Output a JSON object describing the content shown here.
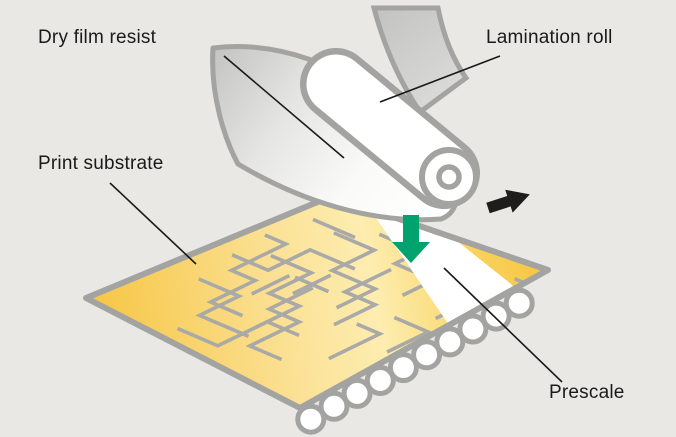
{
  "diagram": {
    "labels": {
      "dry_film_resist": "Dry film resist",
      "lamination_roll": "Lamination roll",
      "print_substrate": "Print substrate",
      "prescale": "Prescale"
    },
    "colors": {
      "background": "#e9e8e5",
      "outline": "#a3a3a1",
      "trace": "#a9a9a7",
      "substrate_gold": "#f6c440",
      "substrate_light": "#fdedb0",
      "film_gray": "#c6c6c4",
      "white": "#ffffff",
      "green_arrow": "#00a36d",
      "black_arrow": "#1d1d1b",
      "label_text": "#1a1a1a"
    }
  }
}
